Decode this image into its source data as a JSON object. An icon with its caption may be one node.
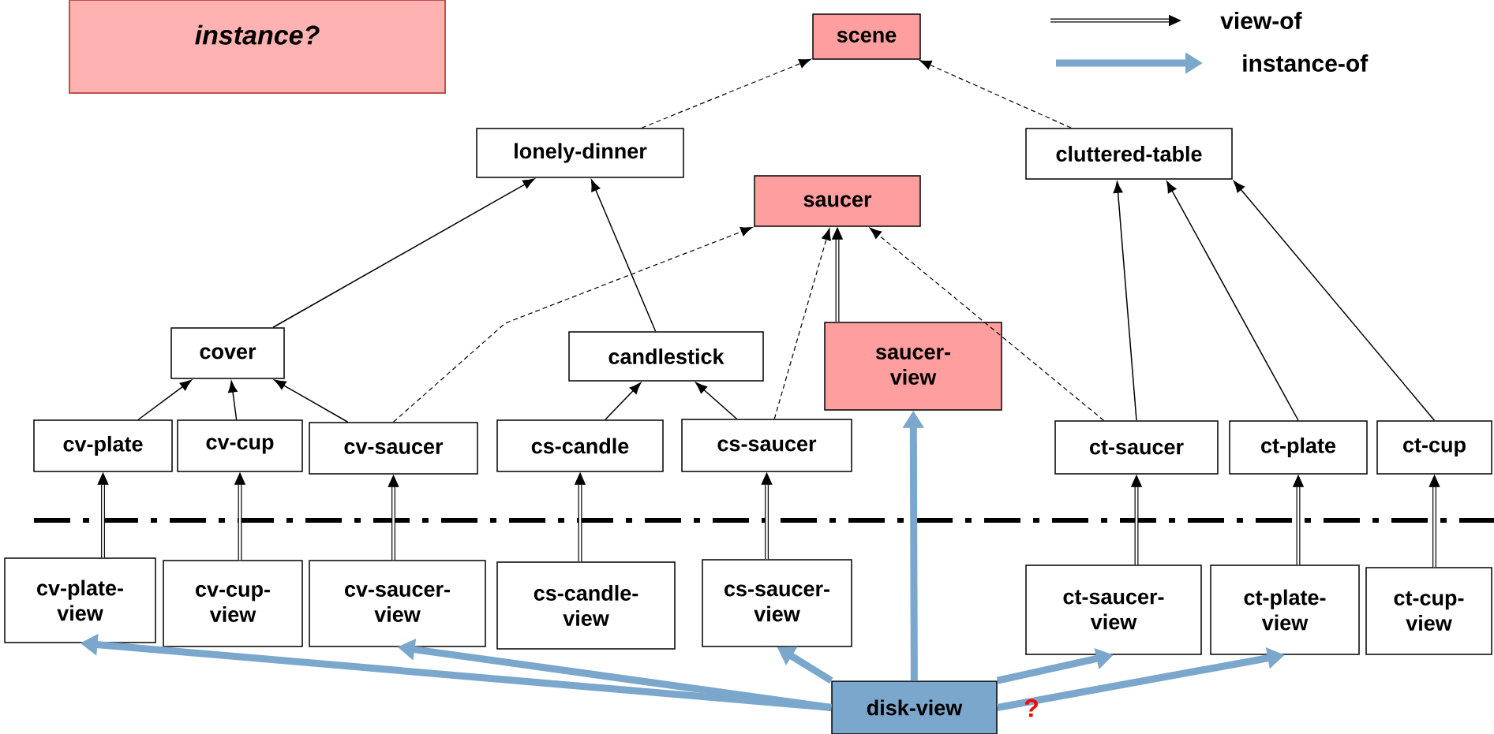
{
  "diagram": {
    "nodes": [
      {
        "text": [
          "instance?"
        ]
      },
      {
        "text": [
          "scene"
        ]
      },
      {
        "text": [
          "lonely-dinner"
        ]
      },
      {
        "text": [
          "cluttered-table"
        ]
      },
      {
        "text": [
          "saucer"
        ]
      },
      {
        "text": [
          "cover"
        ]
      },
      {
        "text": [
          "candlestick"
        ]
      },
      {
        "text": [
          "saucer-view"
        ]
      },
      {
        "text": [
          "cv-plate"
        ]
      },
      {
        "text": [
          "cv-cup"
        ]
      },
      {
        "text": [
          "cv-saucer"
        ]
      },
      {
        "text": [
          "cs-candle"
        ]
      },
      {
        "text": [
          "cs-saucer"
        ]
      },
      {
        "text": [
          "ct-saucer"
        ]
      },
      {
        "text": [
          "ct-plate"
        ]
      },
      {
        "text": [
          "ct-cup"
        ]
      },
      {
        "text": [
          "cv-plate-view"
        ]
      },
      {
        "text": [
          "cv-cup-view"
        ]
      },
      {
        "text": [
          "cv-saucer-view"
        ]
      },
      {
        "text": [
          "cs-candle-view"
        ]
      },
      {
        "text": [
          "cs-saucer-view"
        ]
      },
      {
        "text": [
          "ct-saucer-view"
        ]
      },
      {
        "text": [
          "ct-plate-view"
        ]
      },
      {
        "text": [
          "ct-cup-view"
        ]
      },
      {
        "text": [
          "disk-view"
        ]
      }
    ],
    "edges": [
      {
        "from": 2,
        "to": 1,
        "arrow": "to",
        "style": "dashed"
      },
      {
        "from": 3,
        "to": 1,
        "arrow": "to",
        "style": "dashed"
      },
      {
        "from": 5,
        "to": 2,
        "arrow": "to"
      },
      {
        "from": 6,
        "to": 2,
        "arrow": "to"
      },
      {
        "from": 8,
        "to": 5,
        "arrow": "to"
      },
      {
        "from": 9,
        "to": 5,
        "arrow": "to"
      },
      {
        "from": 10,
        "to": 5,
        "arrow": "to"
      },
      {
        "from": 11,
        "to": 6,
        "arrow": "to"
      },
      {
        "from": 12,
        "to": 6,
        "arrow": "to"
      },
      {
        "from": 10,
        "to": 4,
        "arrow": "to",
        "style": "dashed"
      },
      {
        "from": 12,
        "to": 4,
        "arrow": "to",
        "style": "dashed"
      },
      {
        "from": 13,
        "to": 4,
        "arrow": "to",
        "style": "dashed"
      },
      {
        "from": 13,
        "to": 3,
        "arrow": "to"
      },
      {
        "from": 14,
        "to": 3,
        "arrow": "to"
      },
      {
        "from": 15,
        "to": 3,
        "arrow": "to"
      },
      {
        "from": 7,
        "to": 4,
        "arrow": "to",
        "style": "thick"
      },
      {
        "from": 16,
        "to": 8,
        "arrow": "to",
        "style": "thick"
      },
      {
        "from": 17,
        "to": 9,
        "arrow": "to",
        "style": "thick"
      },
      {
        "from": 18,
        "to": 10,
        "arrow": "to",
        "style": "thick"
      },
      {
        "from": 19,
        "to": 11,
        "arrow": "to",
        "style": "thick"
      },
      {
        "from": 20,
        "to": 12,
        "arrow": "to",
        "style": "thick"
      },
      {
        "from": 21,
        "to": 13,
        "arrow": "to",
        "style": "thick"
      },
      {
        "from": 22,
        "to": 14,
        "arrow": "to",
        "style": "thick"
      },
      {
        "from": 23,
        "to": 15,
        "arrow": "to",
        "style": "thick"
      },
      {
        "from": 24,
        "to": 16,
        "arrow": "to",
        "style": "thick",
        "color": "#7ba7cc"
      },
      {
        "from": 24,
        "to": 18,
        "arrow": "to",
        "style": "thick",
        "color": "#7ba7cc"
      },
      {
        "from": 24,
        "to": 20,
        "arrow": "to",
        "style": "thick",
        "color": "#7ba7cc"
      },
      {
        "from": 24,
        "to": 7,
        "arrow": "to",
        "style": "thick",
        "color": "#7ba7cc"
      },
      {
        "from": 24,
        "to": 21,
        "arrow": "to",
        "style": "thick",
        "color": "#7ba7cc"
      },
      {
        "from": 24,
        "to": 22,
        "arrow": "to",
        "style": "thick",
        "color": "#7ba7cc"
      }
    ],
    "labels": [
      "?"
    ],
    "legend": [
      {
        "text": "view-of"
      },
      {
        "text": "instance-of"
      }
    ]
  }
}
